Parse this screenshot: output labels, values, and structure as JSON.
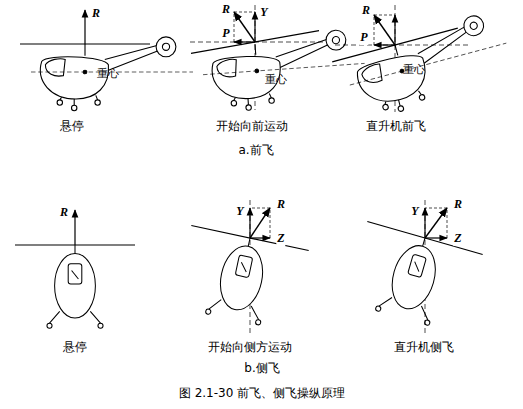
{
  "diagram": {
    "caption": "图 2.1-30 前飞、侧飞操纵原理",
    "labels": [
      "R",
      "重心",
      "悬停",
      "R",
      "Y",
      "P",
      "重心",
      "开始向前运动",
      "R",
      "P",
      "重心",
      "直升机前飞",
      "a.前飞",
      "R",
      "悬停",
      "Y",
      "R",
      "Z",
      "开始向侧方运动",
      "Y",
      "R",
      "Z",
      "直升机侧飞",
      "b.侧飞"
    ]
  }
}
